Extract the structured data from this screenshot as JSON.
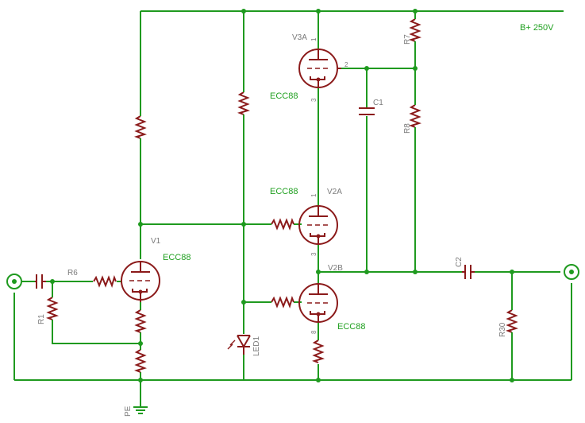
{
  "supply": {
    "label": "B+ 250V"
  },
  "tubes": {
    "v1": {
      "ref": "V1",
      "type": "ECC88"
    },
    "v2a": {
      "ref": "V2A",
      "type": "ECC88"
    },
    "v2b": {
      "ref": "V2B",
      "type": "ECC88"
    },
    "v3a": {
      "ref": "V3A",
      "type": "ECC88"
    }
  },
  "resistors": {
    "r1": "R1",
    "r6": "R6",
    "r7": "R7",
    "r8": "R8",
    "r30": "R30"
  },
  "capacitors": {
    "c1": "C1",
    "c2": "C2"
  },
  "leds": {
    "led1": "LED1"
  },
  "ground": {
    "label": "PE"
  },
  "pins": {
    "p1": "1",
    "p2": "2",
    "p3": "3",
    "p8": "8"
  },
  "colors": {
    "wire": "#1f9a1f",
    "component": "#8b1a1a",
    "label_green": "#20a020",
    "label_gray": "#7a7a7a"
  }
}
